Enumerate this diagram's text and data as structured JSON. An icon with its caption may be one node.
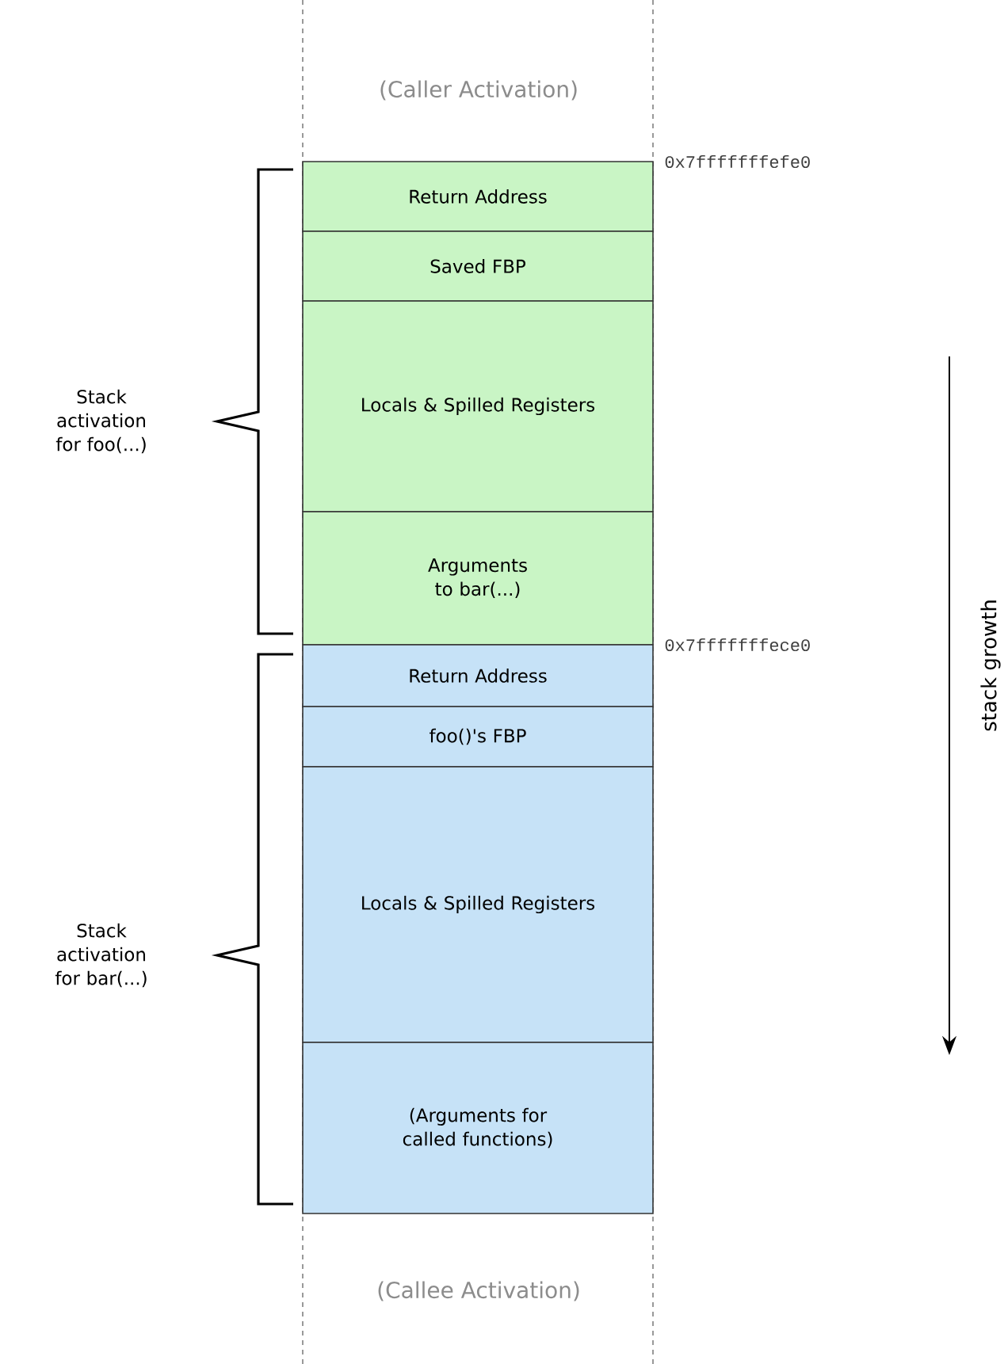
{
  "diagram": {
    "nodes": [
      {
        "text": [
          "Return Address"
        ]
      },
      {
        "text": [
          "Saved FBP"
        ]
      },
      {
        "text": [
          "Locals & Spilled Registers"
        ]
      },
      {
        "text": [
          "Arguments to bar(...)"
        ]
      },
      {
        "text": [
          "Return Address"
        ]
      },
      {
        "text": [
          "foo()'s FBP"
        ]
      },
      {
        "text": [
          "Locals & Spilled Registers"
        ]
      },
      {
        "text": [
          "(Arguments for called functions)"
        ]
      }
    ],
    "edges": [],
    "labels": [
      "(Caller Activation)",
      "0x7fffffffefe0",
      "Stack activation for foo(...)",
      "stack growth",
      "0x7fffffffece0",
      "Stack activation for bar(...)",
      "(Callee Activation)"
    ]
  }
}
